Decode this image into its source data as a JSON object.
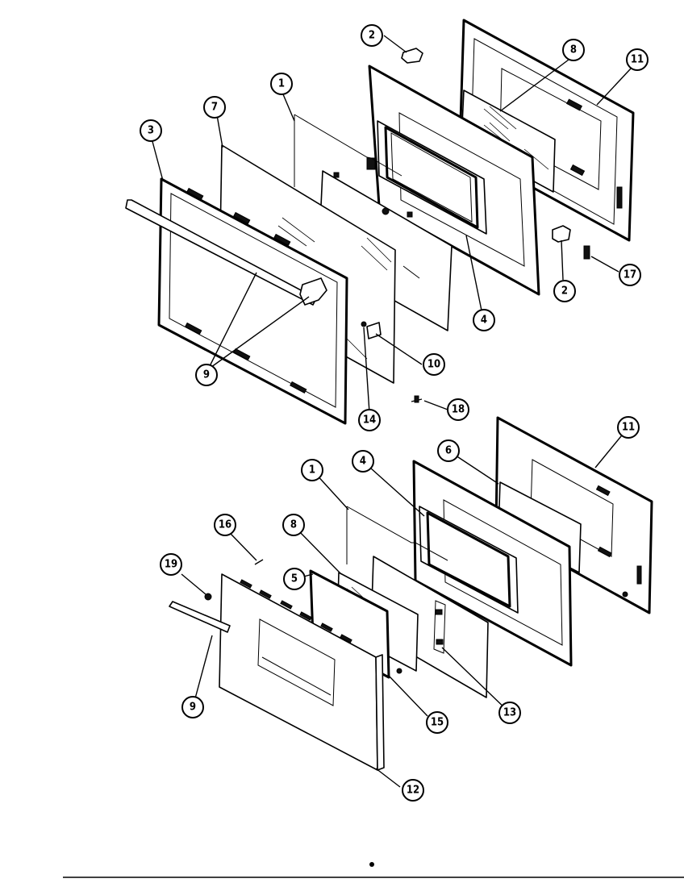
{
  "callouts": {
    "upper_door": {
      "c2_top": "2",
      "c8_top": "8",
      "c11_top": "11",
      "c1_top": "1",
      "c7": "7",
      "c3": "3",
      "c4_top": "4",
      "c2_right": "2",
      "c17": "17",
      "c10": "10",
      "c9_top": "9",
      "c14": "14",
      "c18": "18"
    },
    "lower_door": {
      "c11_bottom": "11",
      "c6": "6",
      "c4_bottom": "4",
      "c1_bottom": "1",
      "c16": "16",
      "c8_bottom": "8",
      "c19": "19",
      "c5": "5",
      "c9_bottom": "9",
      "c15": "15",
      "c13": "13",
      "c12": "12"
    }
  }
}
